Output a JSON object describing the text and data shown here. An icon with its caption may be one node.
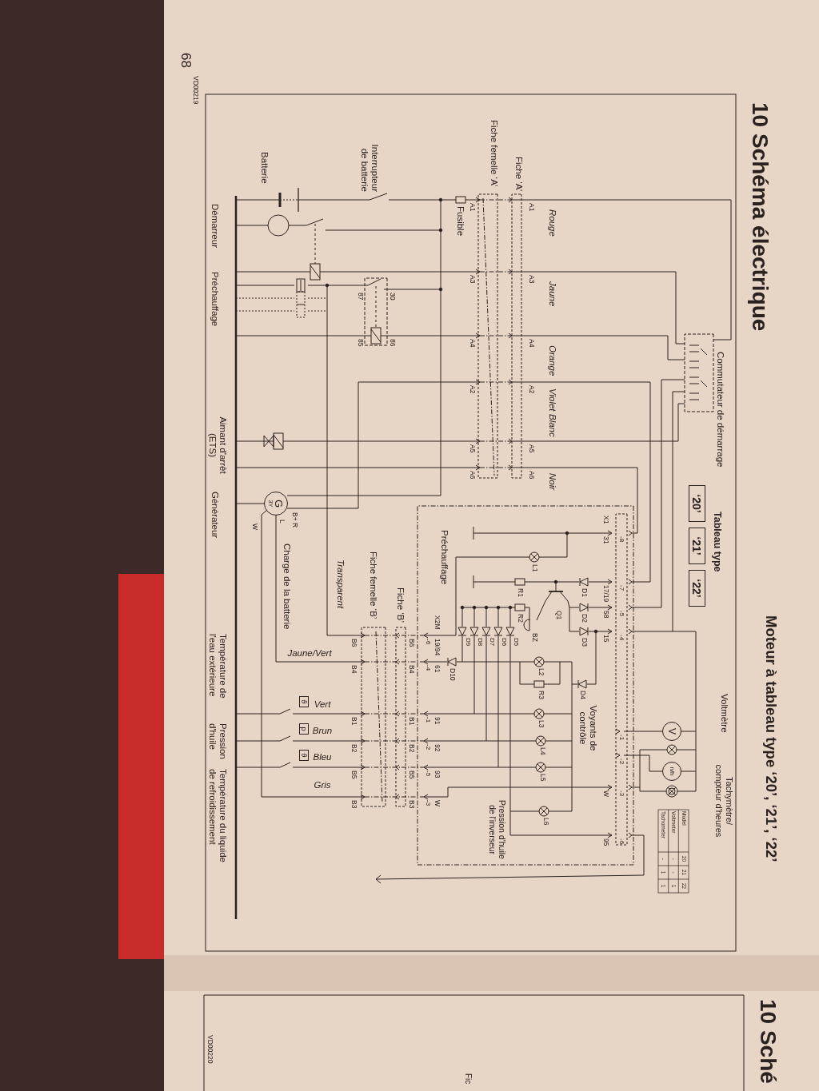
{
  "diagram": {
    "title": "10 Schéma électrique",
    "nodes": [
      {
        "text": [
          "‘20’"
        ]
      },
      {
        "text": [
          "‘21’"
        ]
      },
      {
        "text": [
          "‘22’"
        ]
      },
      {
        "text": [
          "V"
        ]
      },
      {
        "text": [
          "n/h"
        ]
      },
      {
        "text": [
          "G",
          "3Y"
        ],
        "beside": [
          "B+ R",
          "L",
          "W"
        ]
      },
      {
        "text": [
          "ϑ"
        ]
      },
      {
        "text": [
          "p"
        ]
      },
      {
        "text": [
          "ϑ"
        ]
      }
    ],
    "edges": [
      {
        "from": 3,
        "to": 4,
        "arrow": "none"
      }
    ],
    "labels": [
      "Moteur à tableau type ‘20’, ‘21’, ‘22’",
      "68",
      "VD00219",
      "Commutateur de démarrage",
      "Tableau type",
      "Fiche ‘A’",
      "Fiche femelle ‘A’",
      "Rouge",
      "Jaune",
      "Orange",
      "Violet",
      "Blanc",
      "Noir",
      "A1",
      "A3",
      "A4",
      "A2",
      "A5",
      "A6",
      "A1",
      "Fusible",
      "A3",
      "A4",
      "A2",
      "A5",
      "A6",
      "Interrupteur de batterie",
      "Batterie",
      "30",
      "86",
      "87",
      "85",
      "Démarreur",
      "Préchauffage",
      "Aimant d'arrêt (ETS)",
      "Générateur",
      "Charge de la batterie",
      "Transparent",
      "Fiche femelle ‘B’",
      "Fiche ‘B’",
      "Jaune/Vert",
      "Vert",
      "Brun",
      "Bleu",
      "Gris",
      "B6",
      "B4",
      "B1",
      "B2",
      "B5",
      "B3",
      "B6",
      "B4",
      "B1",
      "B2",
      "B5",
      "B3",
      "X2M",
      "19/94",
      "61",
      "91",
      "92",
      "93",
      "W",
      "-6",
      "-4",
      "-1",
      "-2",
      "-5",
      "-3",
      "Préchauffage",
      "X1",
      "31",
      "17/19",
      "58",
      "15",
      "W",
      "95",
      "-8",
      "-7",
      "-5",
      "-4",
      "-1",
      "-2",
      "-3",
      "-6",
      "L1",
      "R1",
      "R2",
      "Q1",
      "BZ",
      "D1",
      "D2",
      "D3",
      "D4",
      "D5",
      "D6",
      "D7",
      "D8",
      "D9",
      "D10",
      "L2",
      "R3",
      "L3",
      "L4",
      "L5",
      "L6",
      "Voyants de contrôle",
      "Pression d'huile de l'inverseur",
      "Température de l'eau extérieure",
      "Pression d'huile",
      "Température du liquide de refroidissement",
      "Model",
      "20",
      "21",
      "22",
      "Voltmeter",
      "-",
      "-",
      "1",
      "Tachometer",
      "-",
      "1",
      "1",
      "10 Sché",
      "VD00220",
      "Fic",
      "Voltmètre",
      "Tachymètre/ compteur d'heures"
    ]
  }
}
